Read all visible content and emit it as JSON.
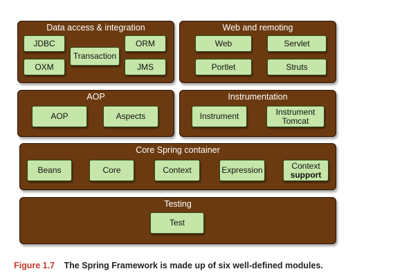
{
  "panels": {
    "data_access": {
      "title": "Data access & integration",
      "modules": {
        "jdbc": "JDBC",
        "transaction": "Transaction",
        "orm": "ORM",
        "oxm": "OXM",
        "jms": "JMS"
      }
    },
    "web": {
      "title": "Web and remoting",
      "modules": {
        "web": "Web",
        "servlet": "Servlet",
        "portlet": "Portlet",
        "struts": "Struts"
      }
    },
    "aop": {
      "title": "AOP",
      "modules": {
        "aop": "AOP",
        "aspects": "Aspects"
      }
    },
    "instrumentation": {
      "title": "Instrumentation",
      "modules": {
        "instrument": "Instrument",
        "tomcat_line1": "Instrument",
        "tomcat_line2": "Tomcat"
      }
    },
    "core": {
      "title": "Core Spring container",
      "modules": {
        "beans": "Beans",
        "core": "Core",
        "context": "Context",
        "expression": "Expression",
        "support_line1": "Context",
        "support_line2": "support"
      }
    },
    "testing": {
      "title": "Testing",
      "modules": {
        "test": "Test"
      }
    }
  },
  "caption": {
    "number": "Figure 1.7",
    "text": "The Spring Framework is made up of six well-defined modules."
  },
  "colors": {
    "panel": "#6b3a10",
    "module": "#c5e6a8",
    "caption_number": "#c0392b"
  }
}
